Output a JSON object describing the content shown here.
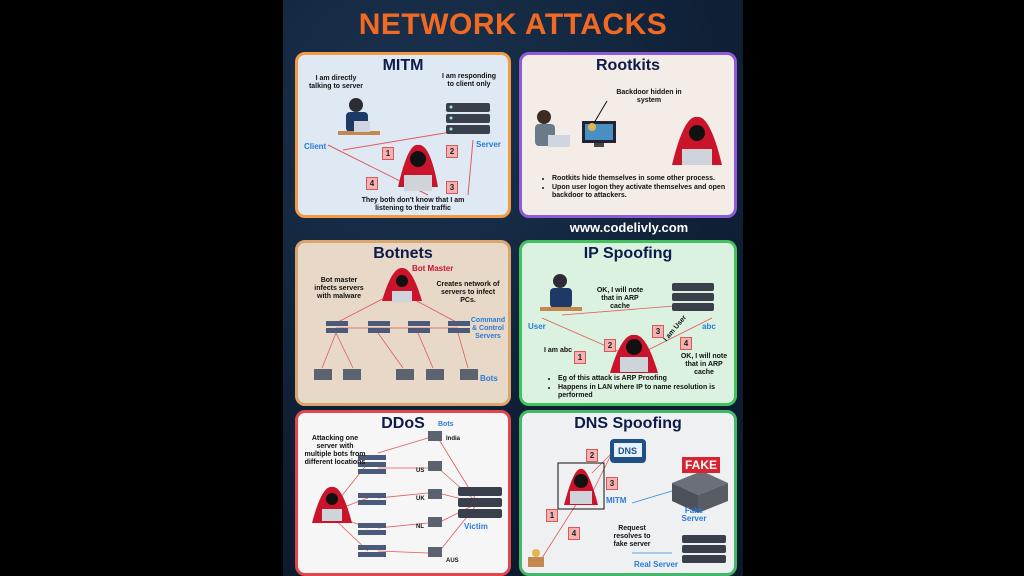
{
  "title": "NETWORK ATTACKS",
  "website": "www.codelivly.com",
  "mitm": {
    "title": "MITM",
    "client_text": "I am directly talking to server",
    "server_text": "I am responding to client only",
    "client_label": "Client",
    "server_label": "Server",
    "footer": "They both don't know that I am listening to their traffic",
    "steps": [
      "1",
      "2",
      "3",
      "4"
    ]
  },
  "rootkits": {
    "title": "Rootkits",
    "backdoor_label": "Backdoor hidden in system",
    "bullets": [
      "Rootkits hide themselves in some other process.",
      "Upon user logon they activate themselves and open backdoor to attackers."
    ]
  },
  "botnets": {
    "title": "Botnets",
    "master_label": "Bot Master",
    "left_text": "Bot master infects servers with malware",
    "right_text": "Creates network of servers to infect PCs.",
    "cc_label": "Command & Control Servers",
    "bots_label": "Bots"
  },
  "ipspoofing": {
    "title": "IP Spoofing",
    "user_label": "User",
    "abc_label": "abc",
    "note1": "OK, I will note that in ARP cache",
    "note2": "OK, I will note that in ARP cache",
    "i_am_abc": "I am abc",
    "i_am_user": "I am User",
    "steps": [
      "1",
      "2",
      "3",
      "4"
    ],
    "bullets": [
      "Eg of this attack is ARP Proofing",
      "Happens in LAN where IP to name resolution is performed"
    ]
  },
  "ddos": {
    "title": "DDoS",
    "text": "Attacking one server with multiple bots from different locations",
    "bots_label": "Bots",
    "locations": [
      "India",
      "US",
      "UK",
      "NL",
      "AUS"
    ],
    "victim_label": "Victim"
  },
  "dnsspoofing": {
    "title": "DNS Spoofing",
    "dns_label": "DNS",
    "fake_label": "FAKE",
    "mitm_label": "MITM",
    "fake_server_label": "Fake Server",
    "real_server_label": "Real Server",
    "request_text": "Request resolves to fake server",
    "steps": [
      "1",
      "2",
      "3",
      "4"
    ]
  },
  "colors": {
    "title": "#f26a21",
    "mitm_border": "#f39a45",
    "rootkits_border": "#8d5bd8",
    "botnets_border": "#d9a66d",
    "ipspoofing_border": "#40c25d",
    "ddos_border": "#e0464c",
    "dns_border": "#43b86a"
  }
}
